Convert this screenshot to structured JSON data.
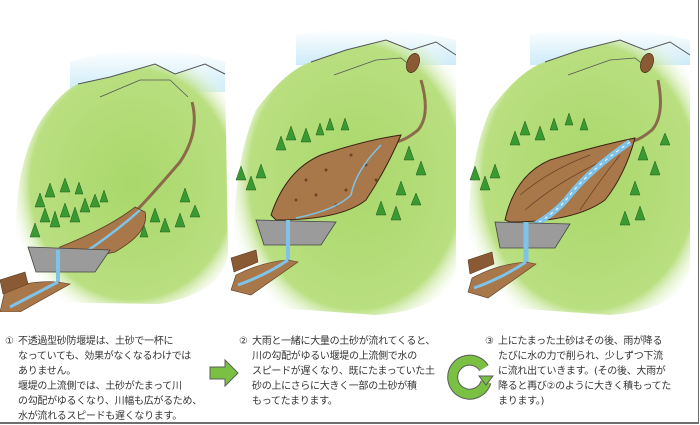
{
  "colors": {
    "grass": "#a9d86a",
    "grass_light": "#cfe9a3",
    "sky": "#bfe6f7",
    "soil": "#a8784a",
    "soil_dark": "#6b4425",
    "water": "#7fc3e8",
    "dam": "#9b9b9b",
    "tree": "#3a9a32",
    "arrow_green": "#7ac143",
    "text": "#333333",
    "border": "#6e6e6e"
  },
  "panels": [
    {
      "id": 1,
      "state": "dam-filled-with-sediment-normal",
      "description": "不透過型砂防堰堤 with sediment filled, narrow stream"
    },
    {
      "id": 2,
      "state": "heavy-rain-large-sediment-deposit",
      "description": "大雨で大量の土砂が堆積"
    },
    {
      "id": 3,
      "state": "sediment-eroded-by-water",
      "description": "雨で土砂が削られ下流へ流出"
    }
  ],
  "captions": [
    {
      "num": "①",
      "text": "不透過型砂防堰堤は、土砂で一杯に\nなっていても、効果がなくなるわけでは\nありません。\n堰堤の上流側では、土砂がたまって川\nの勾配がゆるくなり、川幅も広がるため、\n水が流れるスピードも遅くなります。"
    },
    {
      "num": "②",
      "text": "大雨と一緒に大量の土砂が流れてくると、\n川の勾配がゆるい堰堤の上流側で水の\nスピードが遅くなり、既にたまっていた土\n砂の上にさらに大きく一部の土砂が積\nもってたまります。"
    },
    {
      "num": "③",
      "text": "上にたまった土砂はその後、雨が降る\nたびに水の力で削られ、少しずつ下流\nに流れ出ていきます。(その後、大雨が\n降ると再び②のように大きく積もってた\nまります。)"
    }
  ],
  "icons": {
    "arrow": "right-arrow-icon",
    "cycle": "cycle-arrow-icon"
  }
}
